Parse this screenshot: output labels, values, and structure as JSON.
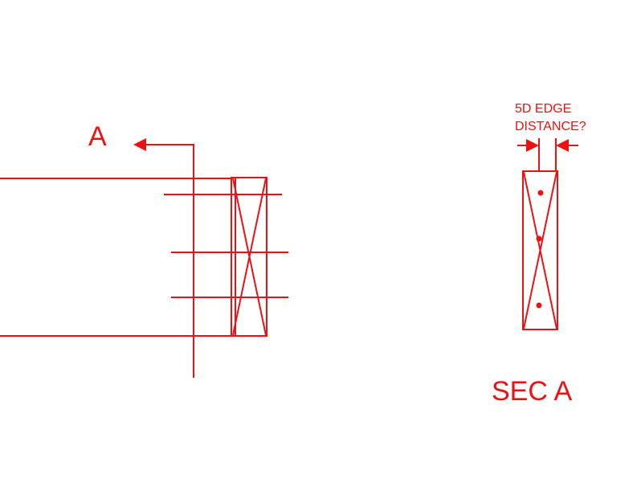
{
  "section_marker": {
    "letter": "A"
  },
  "section_view": {
    "title": "SEC A",
    "note_line1": "5D EDGE",
    "note_line2": "DISTANCE?"
  },
  "colors": {
    "ink": "#ee1111",
    "paper": "#ffffff"
  }
}
